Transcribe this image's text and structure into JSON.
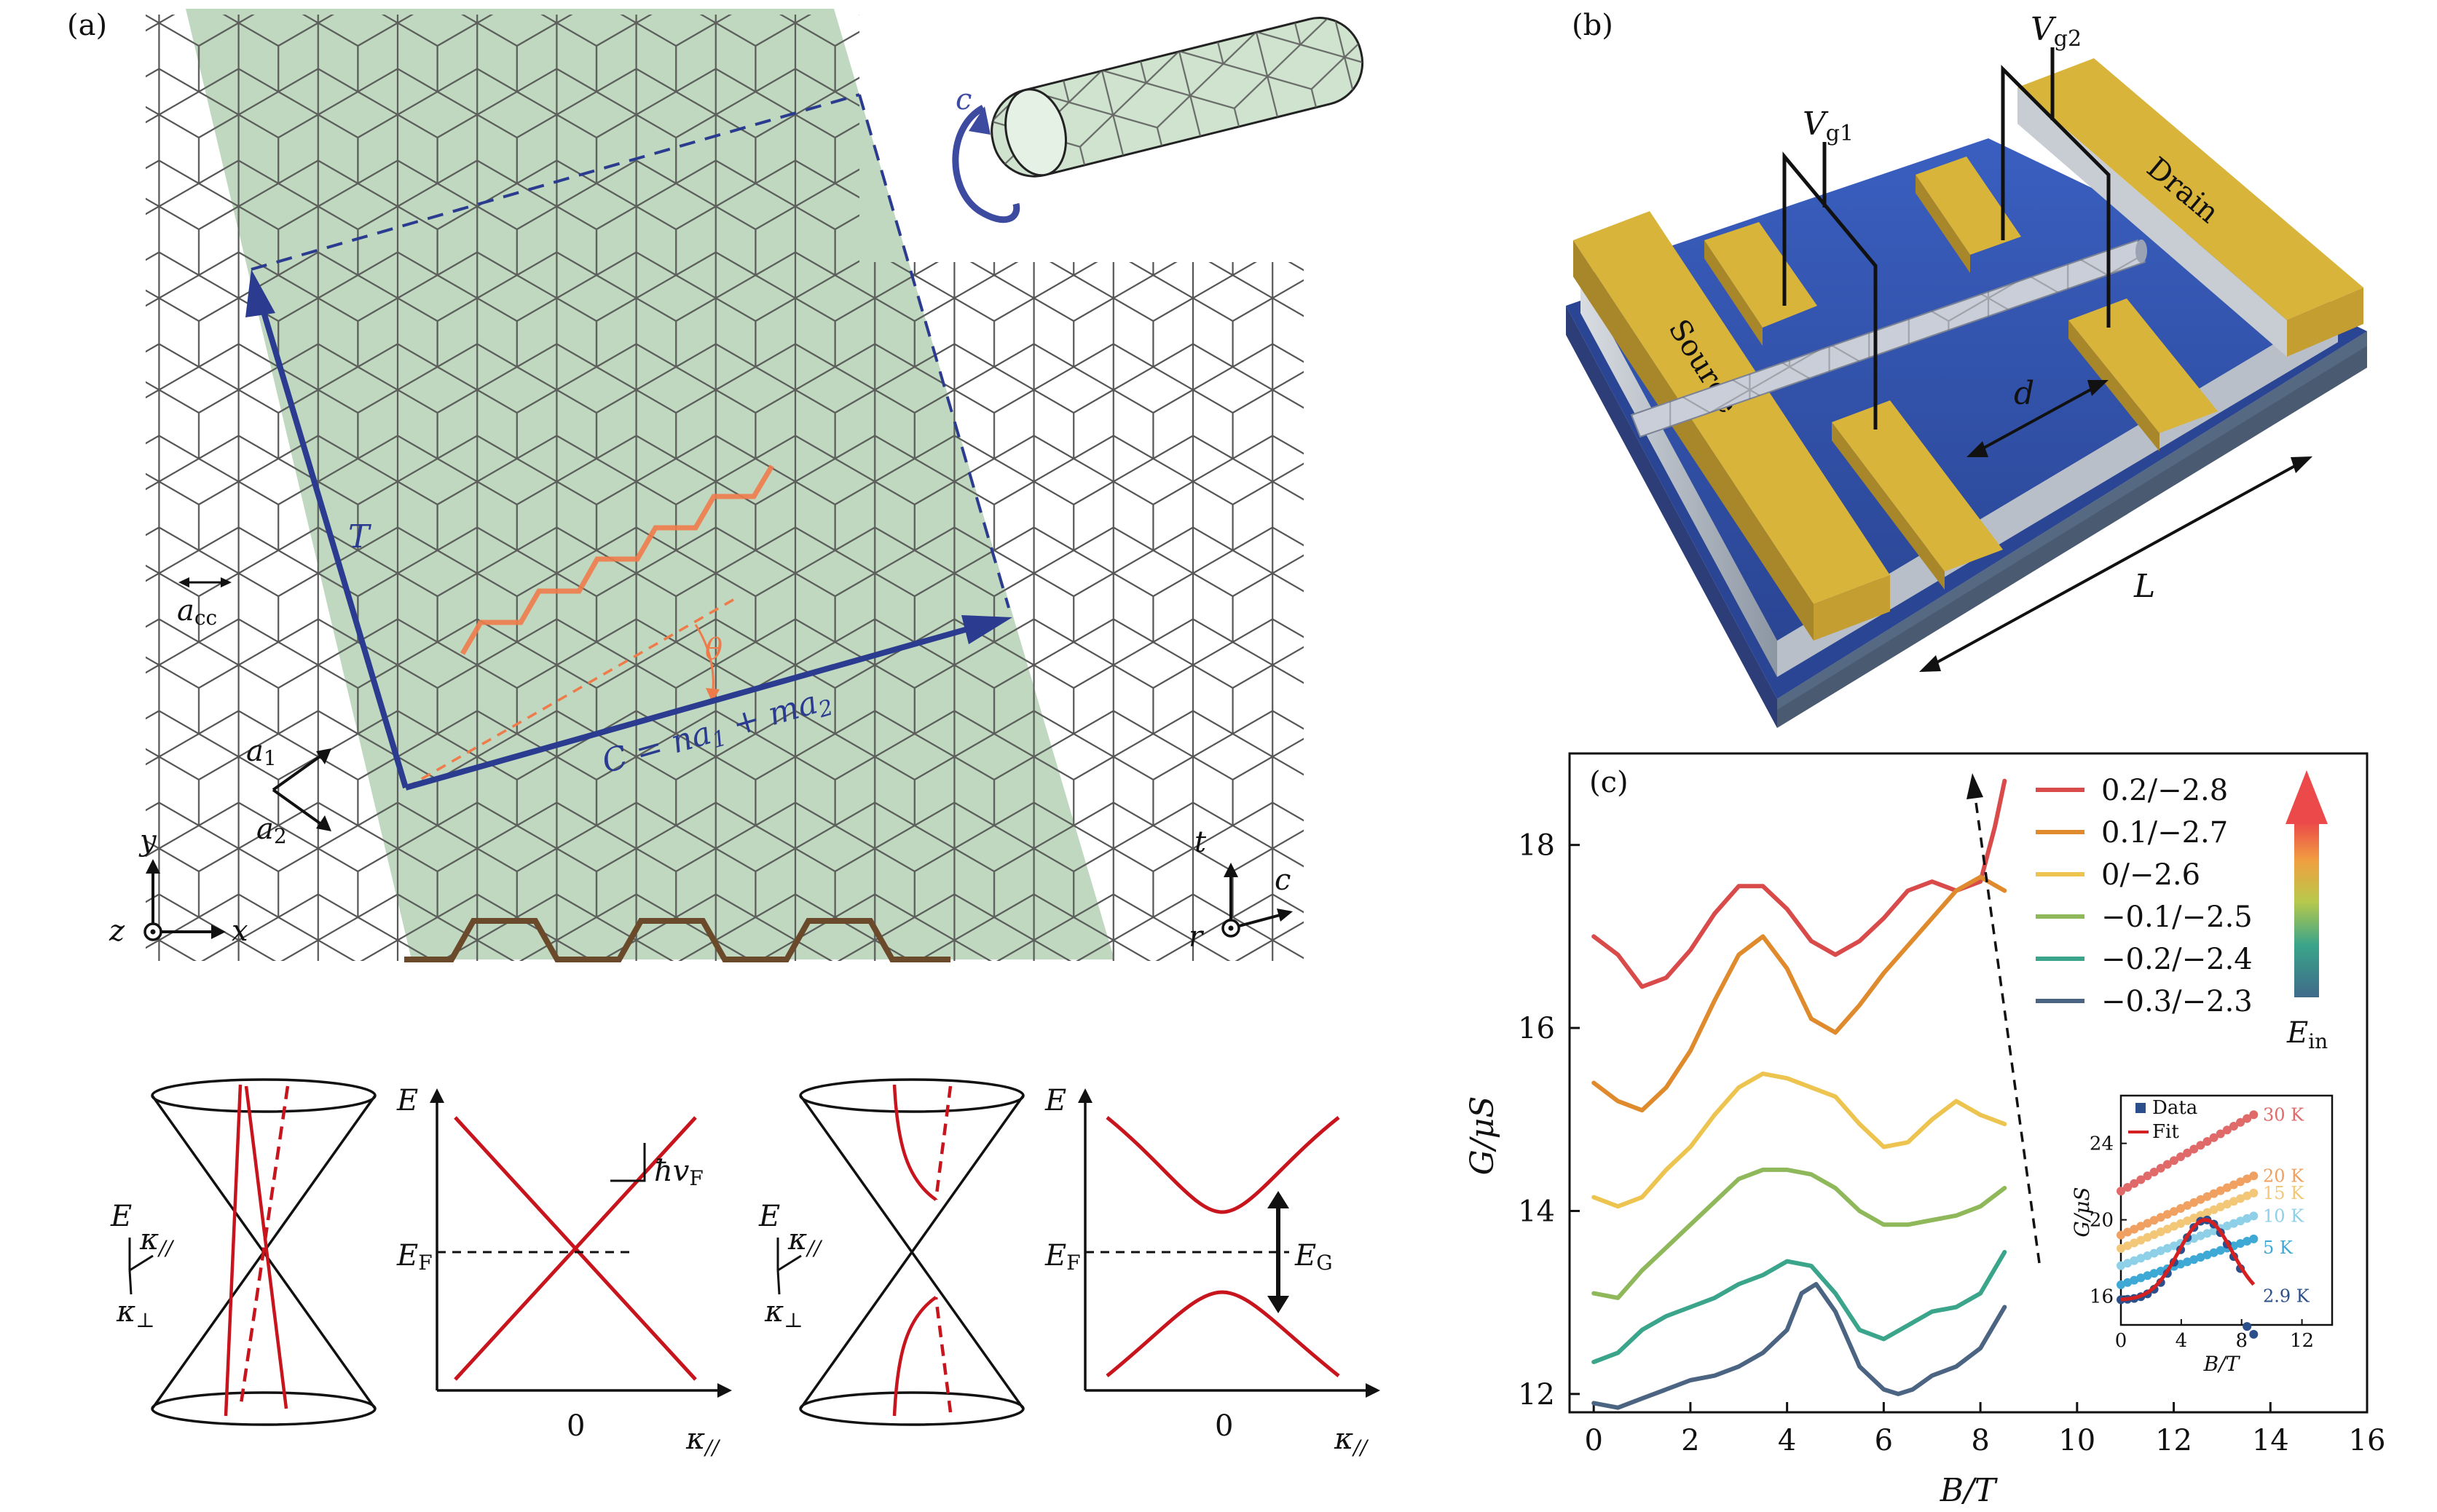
{
  "panels": {
    "a": {
      "label": "(a)",
      "vector_T": "T",
      "vector_C": "C = na",
      "vector_C_sub1": "1",
      "vector_C_mid": " + ma",
      "vector_C_sub2": "2",
      "theta": "θ",
      "circ_c": "c",
      "a_cc": "a",
      "a_cc_sub": "cc",
      "a1": "a",
      "a1_sub": "1",
      "a2": "a",
      "a2_sub": "2",
      "axis_y": "y",
      "axis_x": "x",
      "axis_z": "z",
      "axis_t": "t",
      "axis_c": "c",
      "axis_r": "r",
      "band_E": "E",
      "band_kpar": "κ",
      "band_kpar_sub": "//",
      "band_kperp": "κ",
      "band_kperp_sub": "⊥",
      "band_EF": "E",
      "band_EF_sub": "F",
      "band_hvF": "ħv",
      "band_hvF_sub": "F",
      "band_EG": "E",
      "band_EG_sub": "G",
      "band_zero": "0"
    },
    "b": {
      "label": "(b)",
      "source": "Source",
      "drain": "Drain",
      "vg1": "V",
      "vg1_sub": "g1",
      "vg2": "V",
      "vg2_sub": "g2",
      "d": "d",
      "L": "L"
    },
    "c": {
      "label": "(c)",
      "colorbar_label": "E",
      "colorbar_label_sub": "in",
      "inset_legend_data": "Data",
      "inset_legend_fit": "Fit",
      "inset_temps": [
        "30 K",
        "20 K",
        "15 K",
        "10 K",
        "5 K",
        "2.9 K"
      ]
    }
  },
  "colors": {
    "graphene_fill": "#a9cba9",
    "vector_blue": "#2b3b8f",
    "orange": "#ef7b4a",
    "red_band": "#c8141c",
    "gold": "#d9b43a",
    "substrate_blue": "#2f4fa8"
  },
  "chart_data": {
    "type": "line",
    "xlabel": "B/T",
    "ylabel": "G/μS",
    "xlim": [
      -0.5,
      16
    ],
    "ylim": [
      11.8,
      19
    ],
    "xticks": [
      0,
      2,
      4,
      6,
      8,
      10,
      12,
      14,
      16
    ],
    "yticks": [
      12,
      14,
      16,
      18
    ],
    "legend_placement": "top-right",
    "series": [
      {
        "name": "0.2/−2.8",
        "color": "#d94a4a",
        "x": [
          0,
          0.5,
          1,
          1.5,
          2,
          2.5,
          3,
          3.5,
          4,
          4.5,
          5,
          5.5,
          6,
          6.5,
          7,
          7.5,
          8,
          8.3,
          8.5
        ],
        "y": [
          17.0,
          16.8,
          16.45,
          16.55,
          16.85,
          17.25,
          17.55,
          17.55,
          17.3,
          16.95,
          16.8,
          16.95,
          17.2,
          17.5,
          17.6,
          17.5,
          17.6,
          18.2,
          18.7
        ]
      },
      {
        "name": "0.1/−2.7",
        "color": "#e08a2e",
        "x": [
          0,
          0.5,
          1,
          1.5,
          2,
          2.5,
          3,
          3.5,
          4,
          4.5,
          5,
          5.5,
          6,
          6.5,
          7,
          7.5,
          8,
          8.5
        ],
        "y": [
          15.4,
          15.2,
          15.1,
          15.35,
          15.75,
          16.3,
          16.8,
          17.0,
          16.65,
          16.1,
          15.95,
          16.25,
          16.6,
          16.9,
          17.2,
          17.5,
          17.65,
          17.5
        ]
      },
      {
        "name": "0/−2.6",
        "color": "#ecc44f",
        "x": [
          0,
          0.5,
          1,
          1.5,
          2,
          2.5,
          3,
          3.5,
          4,
          4.5,
          5,
          5.5,
          6,
          6.5,
          7,
          7.5,
          8,
          8.5
        ],
        "y": [
          14.15,
          14.05,
          14.15,
          14.45,
          14.7,
          15.05,
          15.35,
          15.5,
          15.45,
          15.35,
          15.25,
          14.95,
          14.7,
          14.75,
          15.0,
          15.2,
          15.05,
          14.95
        ]
      },
      {
        "name": "−0.1/−2.5",
        "color": "#8fb85a",
        "x": [
          0,
          0.5,
          1,
          1.5,
          2,
          2.5,
          3,
          3.5,
          4,
          4.5,
          5,
          5.5,
          6,
          6.5,
          7,
          7.5,
          8,
          8.5
        ],
        "y": [
          13.1,
          13.05,
          13.35,
          13.6,
          13.85,
          14.1,
          14.35,
          14.45,
          14.45,
          14.4,
          14.25,
          14.0,
          13.85,
          13.85,
          13.9,
          13.95,
          14.05,
          14.25
        ]
      },
      {
        "name": "−0.2/−2.4",
        "color": "#3aa58a",
        "x": [
          0,
          0.5,
          1,
          1.5,
          2,
          2.5,
          3,
          3.5,
          4,
          4.5,
          5,
          5.5,
          6,
          6.5,
          7,
          7.5,
          8,
          8.5
        ],
        "y": [
          12.35,
          12.45,
          12.7,
          12.85,
          12.95,
          13.05,
          13.2,
          13.3,
          13.45,
          13.4,
          13.1,
          12.7,
          12.6,
          12.75,
          12.9,
          12.95,
          13.1,
          13.55
        ]
      },
      {
        "name": "−0.3/−2.3",
        "color": "#4a6482",
        "x": [
          0,
          0.5,
          1,
          1.5,
          2,
          2.5,
          3,
          3.5,
          4,
          4.3,
          4.6,
          5,
          5.5,
          6,
          6.3,
          6.6,
          7,
          7.5,
          8,
          8.5
        ],
        "y": [
          11.9,
          11.85,
          11.95,
          12.05,
          12.15,
          12.2,
          12.3,
          12.45,
          12.7,
          13.1,
          13.2,
          12.9,
          12.3,
          12.05,
          12.0,
          12.05,
          12.2,
          12.3,
          12.5,
          12.95
        ]
      }
    ],
    "inset": {
      "xlabel": "B/T",
      "ylabel": "G/μS",
      "xlim": [
        0,
        14
      ],
      "ylim": [
        14.5,
        26.5
      ],
      "xticks": [
        0,
        4,
        8,
        12
      ],
      "yticks": [
        16,
        20,
        24
      ],
      "temps": [
        {
          "label": "30 K",
          "color": "#e06a6a",
          "y0": 21.5,
          "y1": 25.5
        },
        {
          "label": "20 K",
          "color": "#f0a060",
          "y0": 19.2,
          "y1": 22.3
        },
        {
          "label": "15 K",
          "color": "#f2c878",
          "y0": 18.5,
          "y1": 21.4
        },
        {
          "label": "10 K",
          "color": "#8dd0e8",
          "y0": 17.6,
          "y1": 20.2
        },
        {
          "label": "5 K",
          "color": "#3fa9d6",
          "y0": 16.6,
          "y1": 19.0
        },
        {
          "label": "2.9 K",
          "color": "#2a4f8a",
          "y0": 15.8,
          "y1": 17.0
        }
      ]
    }
  }
}
